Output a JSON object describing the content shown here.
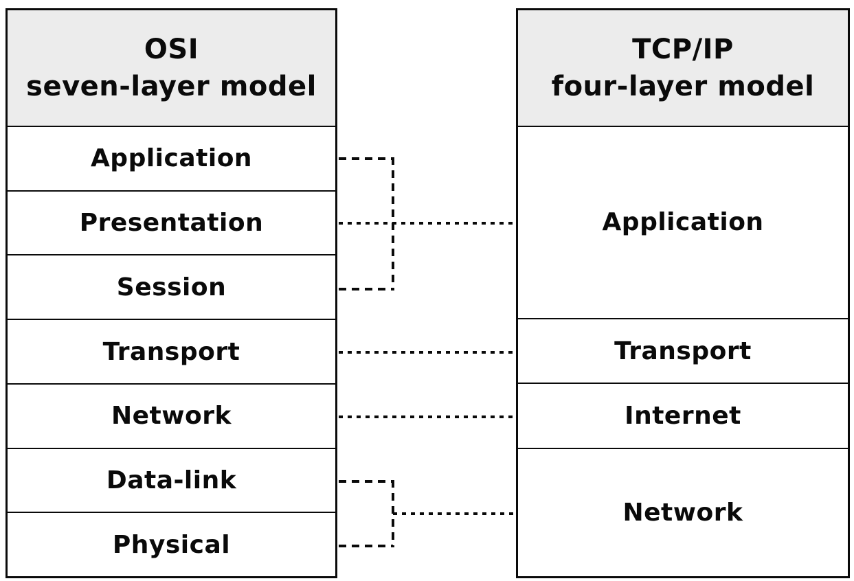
{
  "osi": {
    "title_line1": "OSI",
    "title_line2": "seven-layer model",
    "layers": [
      "Application",
      "Presentation",
      "Session",
      "Transport",
      "Network",
      "Data-link",
      "Physical"
    ]
  },
  "tcpip": {
    "title_line1": "TCP/IP",
    "title_line2": "four-layer model",
    "layers": [
      "Application",
      "Transport",
      "Internet",
      "Network"
    ]
  },
  "mappings": [
    {
      "osi": [
        "Application",
        "Presentation",
        "Session"
      ],
      "tcpip": "Application"
    },
    {
      "osi": [
        "Transport"
      ],
      "tcpip": "Transport"
    },
    {
      "osi": [
        "Network"
      ],
      "tcpip": "Internet"
    },
    {
      "osi": [
        "Data-link",
        "Physical"
      ],
      "tcpip": "Network"
    }
  ],
  "colors": {
    "header_background": "#ececec",
    "border": "#0a0a0a",
    "line": "#0a0a0a",
    "background": "#ffffff",
    "text": "#0a0a0a"
  }
}
